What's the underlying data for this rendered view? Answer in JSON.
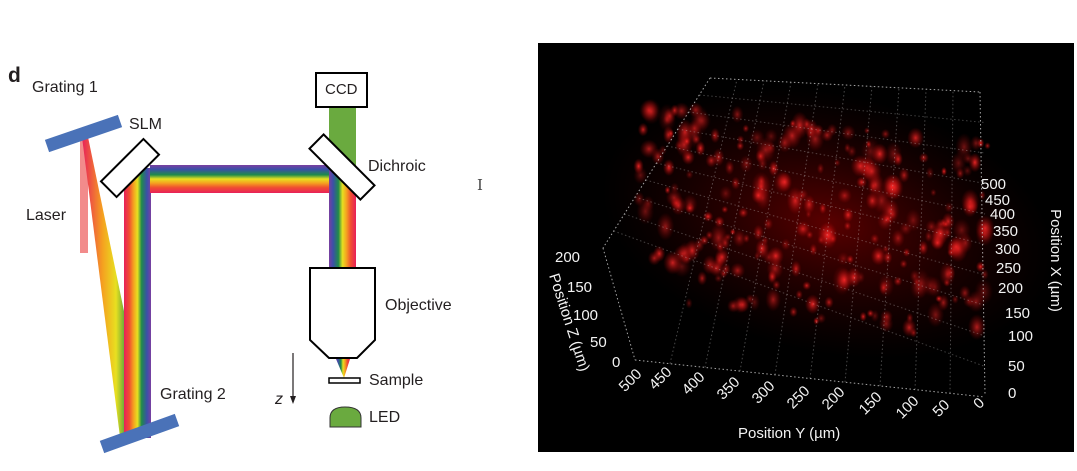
{
  "panel_letter": "d",
  "diagram": {
    "labels": {
      "grating1": "Grating 1",
      "slm": "SLM",
      "laser": "Laser",
      "ccd": "CCD",
      "dichroic": "Dichroic",
      "objective": "Objective",
      "sample": "Sample",
      "led": "LED",
      "grating2": "Grating 2",
      "z": "z"
    },
    "colors": {
      "grating": "#4a72b8",
      "laser": "#f28b8b",
      "green": "#6aaa3f"
    }
  },
  "cursor": "I",
  "volume_render": {
    "x_axis": {
      "label": "Position X (µm)",
      "ticks": [
        "500",
        "450",
        "400",
        "350",
        "300",
        "250",
        "200",
        "150",
        "100",
        "50",
        "0"
      ]
    },
    "y_axis": {
      "label": "Position Y (µm)",
      "ticks": [
        "500",
        "450",
        "400",
        "350",
        "300",
        "250",
        "200",
        "150",
        "100",
        "50",
        "0"
      ]
    },
    "z_axis": {
      "label": "Position Z (µm)",
      "ticks": [
        "200",
        "150",
        "100",
        "50",
        "0"
      ]
    }
  }
}
